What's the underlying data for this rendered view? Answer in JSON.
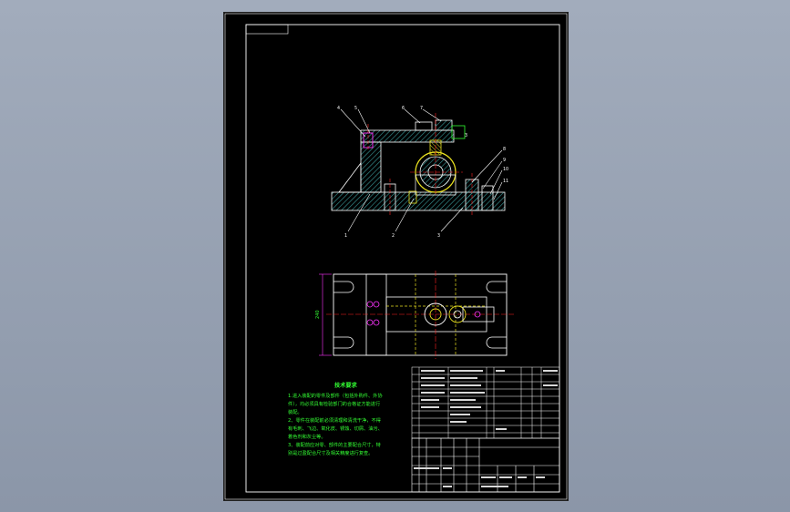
{
  "technical_requirements": {
    "title": "技术要求",
    "lines": [
      "1.进入装配的零件及部件（包括外购件、外协",
      "件），均必须具有检验部门的合格证方能进行",
      "装配。",
      "2、零件在装配前必须清理和清洗干净，不得",
      "有毛刺、飞边、氧化皮、锈蚀、切屑、油污、",
      "着色剂和灰尘等。",
      "3、装配前应对零、部件的主要配合尺寸，特",
      "别是过盈配合尺寸及相关精度进行复查。"
    ]
  },
  "part_labels": [
    "4",
    "5",
    "6",
    "7",
    "3",
    "8",
    "9",
    "10",
    "11",
    "1",
    "2",
    "3"
  ],
  "dimension_label": "240",
  "colors": {
    "sheet": "#000000",
    "frame": "#ffffff",
    "outline": "#ffffff",
    "hatch": "#3a9a9a",
    "centerline": "#ff2020",
    "hidden": "#ffff00",
    "dimension": "#ff33ff",
    "text_green": "#33ff33",
    "bushing": "#e8e020"
  }
}
